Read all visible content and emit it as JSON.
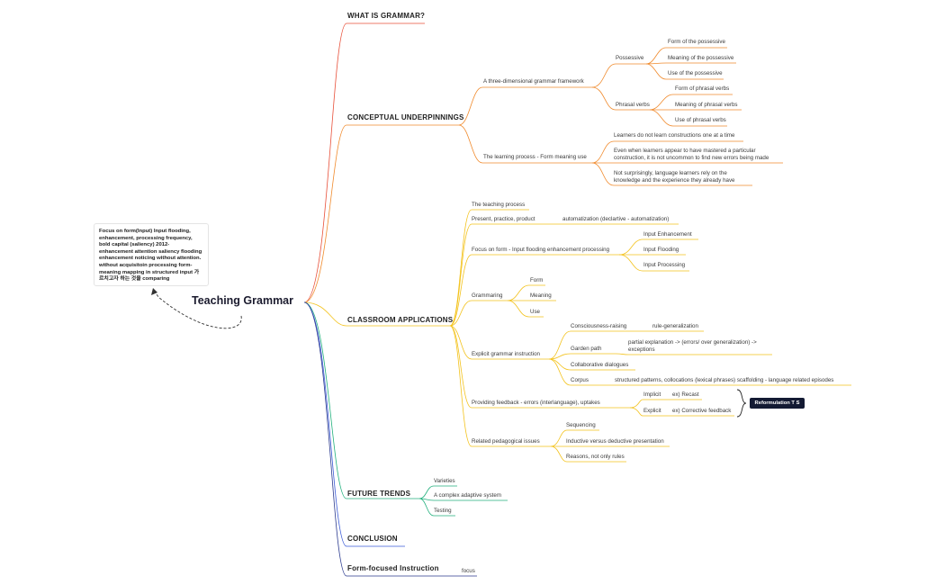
{
  "root": "Teaching Grammar",
  "note": "Focus on form(Input) Input flooding, enhancement, processing frequency, bold capital (saliency) 2012-enhancement attention saliency flooding enhancement noticing without attention. without acquisitoin processing form-meaning mapping in structured input 가르치고자 하는 것을 comparing",
  "colors": {
    "red": "#e8503a",
    "orange": "#f08a2c",
    "yellow": "#f3c21b",
    "green": "#22b07d",
    "blue": "#3b5bd6",
    "navy": "#2b3a8f"
  },
  "branches": {
    "what": "WHAT IS GRAMMAR?",
    "conceptual": {
      "title": "CONCEPTUAL UNDERPINNINGS",
      "framework": "A three-dimensional grammar framework",
      "possessive": "Possessive",
      "pos_items": [
        "Form of the possessive",
        "Meaning of the possessive",
        "Use of the possessive"
      ],
      "phrasal": "Phrasal verbs",
      "phr_items": [
        "Form of phrasal verbs",
        "Meaning of phrasal verbs",
        "Use of phrasal verbs"
      ],
      "learning": "The learning process - Form meaning use",
      "learn_items": [
        "Learners do not learn constructions one at a time",
        "Even when learners appear to have mastered a particular construction, it is not uncommon to find new errors being made",
        "Not surprisingly, language learners rely on the knowledge and the experience they already have"
      ]
    },
    "classroom": {
      "title": "CLASSROOM APPLICATIONS",
      "teaching": "The teaching process",
      "ppp": "Present, practice, product",
      "auto": "automatization (declartive - automatization)",
      "focus": "Focus on form - Input flooding enhancement processing",
      "focus_items": [
        "Input Enhancement",
        "Input Flooding",
        "Input Processing"
      ],
      "grammaring": "Grammaring",
      "gram_items": [
        "Form",
        "Meaning",
        "Use"
      ],
      "explicit": "Explicit grammar instruction",
      "cr": "Consciousness-raising",
      "rule": "rule-generalization",
      "garden": "Garden path",
      "partial": "partial explanation -> (errors/ over generalization) -> exceptions",
      "collab": "Collaborative dialogues",
      "corpus": "Corpus",
      "structured": "structured patterns, collocations (lexical phrases) scaffolding - language related episodes",
      "feedback": "Providing feedback - errors (interlanguage), uptakes",
      "implicit": "Implicit",
      "recast": "ex) Recast",
      "explicit2": "Explicit",
      "corrective": "ex) Corrective feedback",
      "tag": "Reformulation T S",
      "related": "Related pedagogical issues",
      "related_items": [
        "Sequencing",
        "Inductive versus deductive presentation",
        "Reasons, not only rules"
      ]
    },
    "future": {
      "title": "FUTURE TRENDS",
      "items": [
        "Varieties",
        "A complex adaptive system",
        "Testing"
      ]
    },
    "conclusion": "CONCLUSION",
    "form_focused": {
      "title": "Form-focused Instruction",
      "child": "focus"
    }
  }
}
